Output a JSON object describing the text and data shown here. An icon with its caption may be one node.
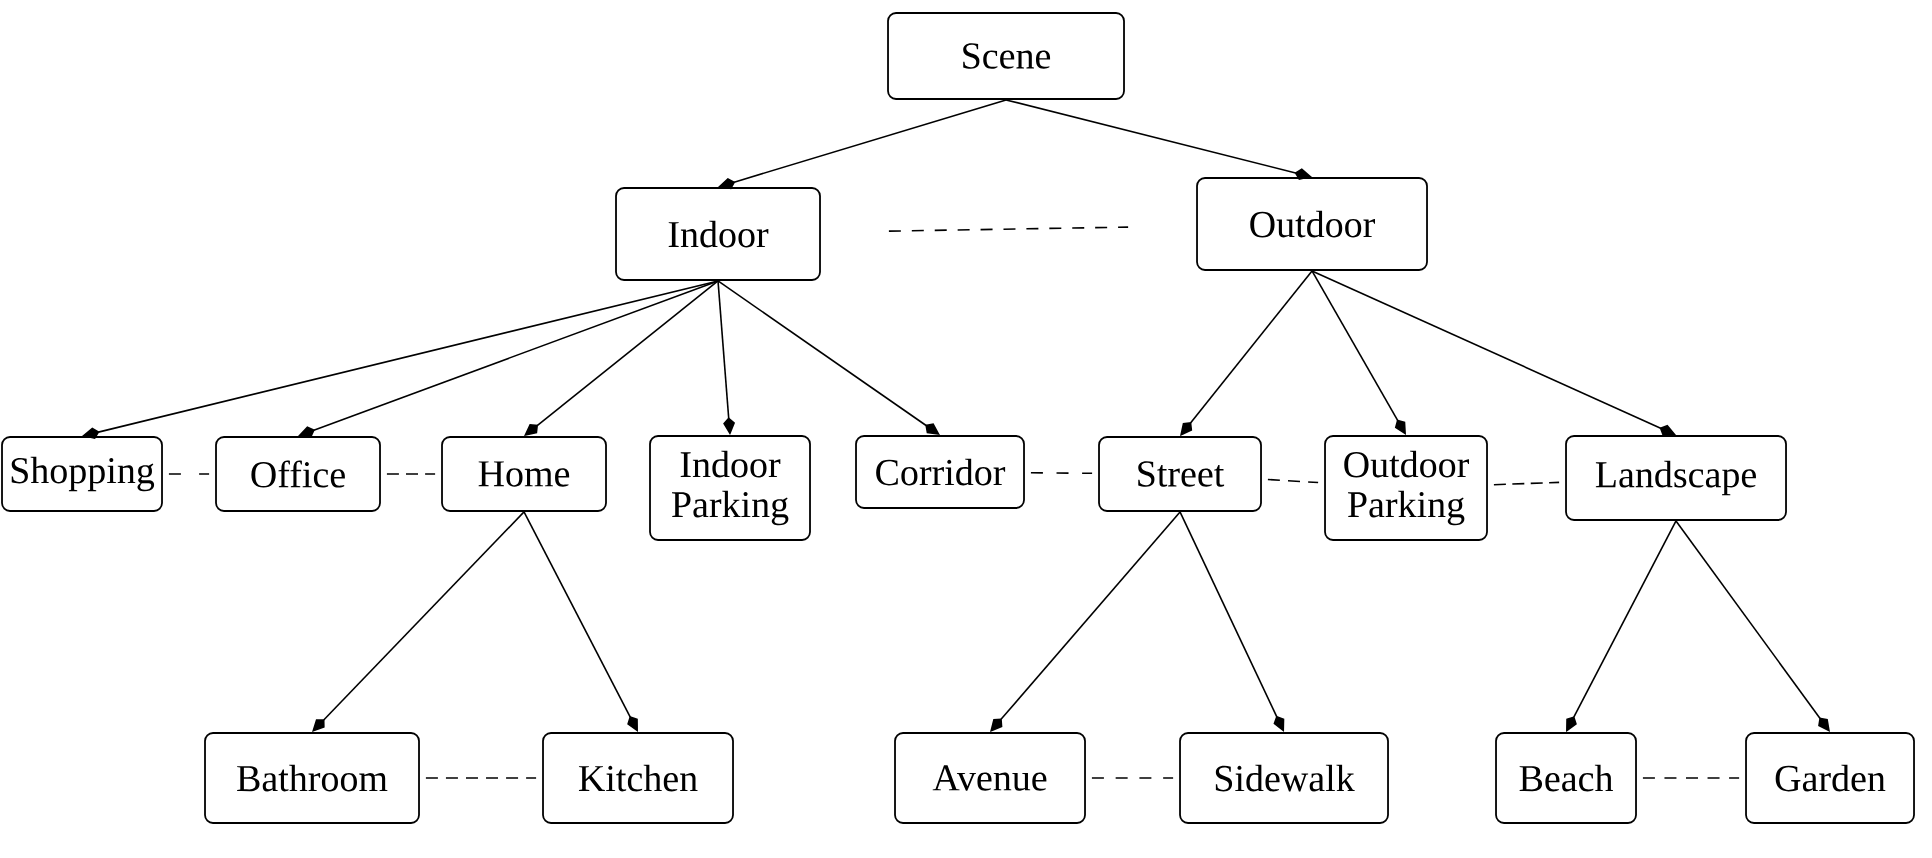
{
  "diagram": {
    "nodes": [
      {
        "text": [
          "Scene"
        ]
      },
      {
        "text": [
          "Indoor"
        ]
      },
      {
        "text": [
          "Outdoor"
        ]
      },
      {
        "text": [
          "Shopping"
        ]
      },
      {
        "text": [
          "Office"
        ]
      },
      {
        "text": [
          "Home"
        ]
      },
      {
        "text": [
          "Indoor Parking"
        ]
      },
      {
        "text": [
          "Corridor"
        ]
      },
      {
        "text": [
          "Street"
        ]
      },
      {
        "text": [
          "Outdoor Parking"
        ]
      },
      {
        "text": [
          "Landscape"
        ]
      },
      {
        "text": [
          "Bathroom"
        ]
      },
      {
        "text": [
          "Kitchen"
        ]
      },
      {
        "text": [
          "Avenue"
        ]
      },
      {
        "text": [
          "Sidewalk"
        ]
      },
      {
        "text": [
          "Beach"
        ]
      },
      {
        "text": [
          "Garden"
        ]
      }
    ],
    "edges": [
      {
        "from": 0,
        "to": 1,
        "arrow": "to"
      },
      {
        "from": 0,
        "to": 2,
        "arrow": "to"
      },
      {
        "from": 1,
        "to": 2,
        "arrow": "none",
        "style": "dashed"
      },
      {
        "from": 1,
        "to": 3,
        "arrow": "to"
      },
      {
        "from": 1,
        "to": 4,
        "arrow": "to"
      },
      {
        "from": 1,
        "to": 5,
        "arrow": "to"
      },
      {
        "from": 1,
        "to": 6,
        "arrow": "to"
      },
      {
        "from": 1,
        "to": 7,
        "arrow": "to"
      },
      {
        "from": 2,
        "to": 8,
        "arrow": "to"
      },
      {
        "from": 2,
        "to": 9,
        "arrow": "to"
      },
      {
        "from": 2,
        "to": 10,
        "arrow": "to"
      },
      {
        "from": 3,
        "to": 4,
        "arrow": "none",
        "style": "dashed"
      },
      {
        "from": 4,
        "to": 5,
        "arrow": "none",
        "style": "dashed"
      },
      {
        "from": 7,
        "to": 8,
        "arrow": "none",
        "style": "dashed"
      },
      {
        "from": 8,
        "to": 9,
        "arrow": "none",
        "style": "dashed"
      },
      {
        "from": 9,
        "to": 10,
        "arrow": "none",
        "style": "dashed"
      },
      {
        "from": 5,
        "to": 11,
        "arrow": "to"
      },
      {
        "from": 5,
        "to": 12,
        "arrow": "to"
      },
      {
        "from": 11,
        "to": 12,
        "arrow": "none",
        "style": "dashed"
      },
      {
        "from": 8,
        "to": 13,
        "arrow": "to"
      },
      {
        "from": 8,
        "to": 14,
        "arrow": "to"
      },
      {
        "from": 13,
        "to": 14,
        "arrow": "none",
        "style": "dashed"
      },
      {
        "from": 10,
        "to": 15,
        "arrow": "to"
      },
      {
        "from": 10,
        "to": 16,
        "arrow": "to"
      },
      {
        "from": 15,
        "to": 16,
        "arrow": "none",
        "style": "dashed"
      }
    ]
  }
}
